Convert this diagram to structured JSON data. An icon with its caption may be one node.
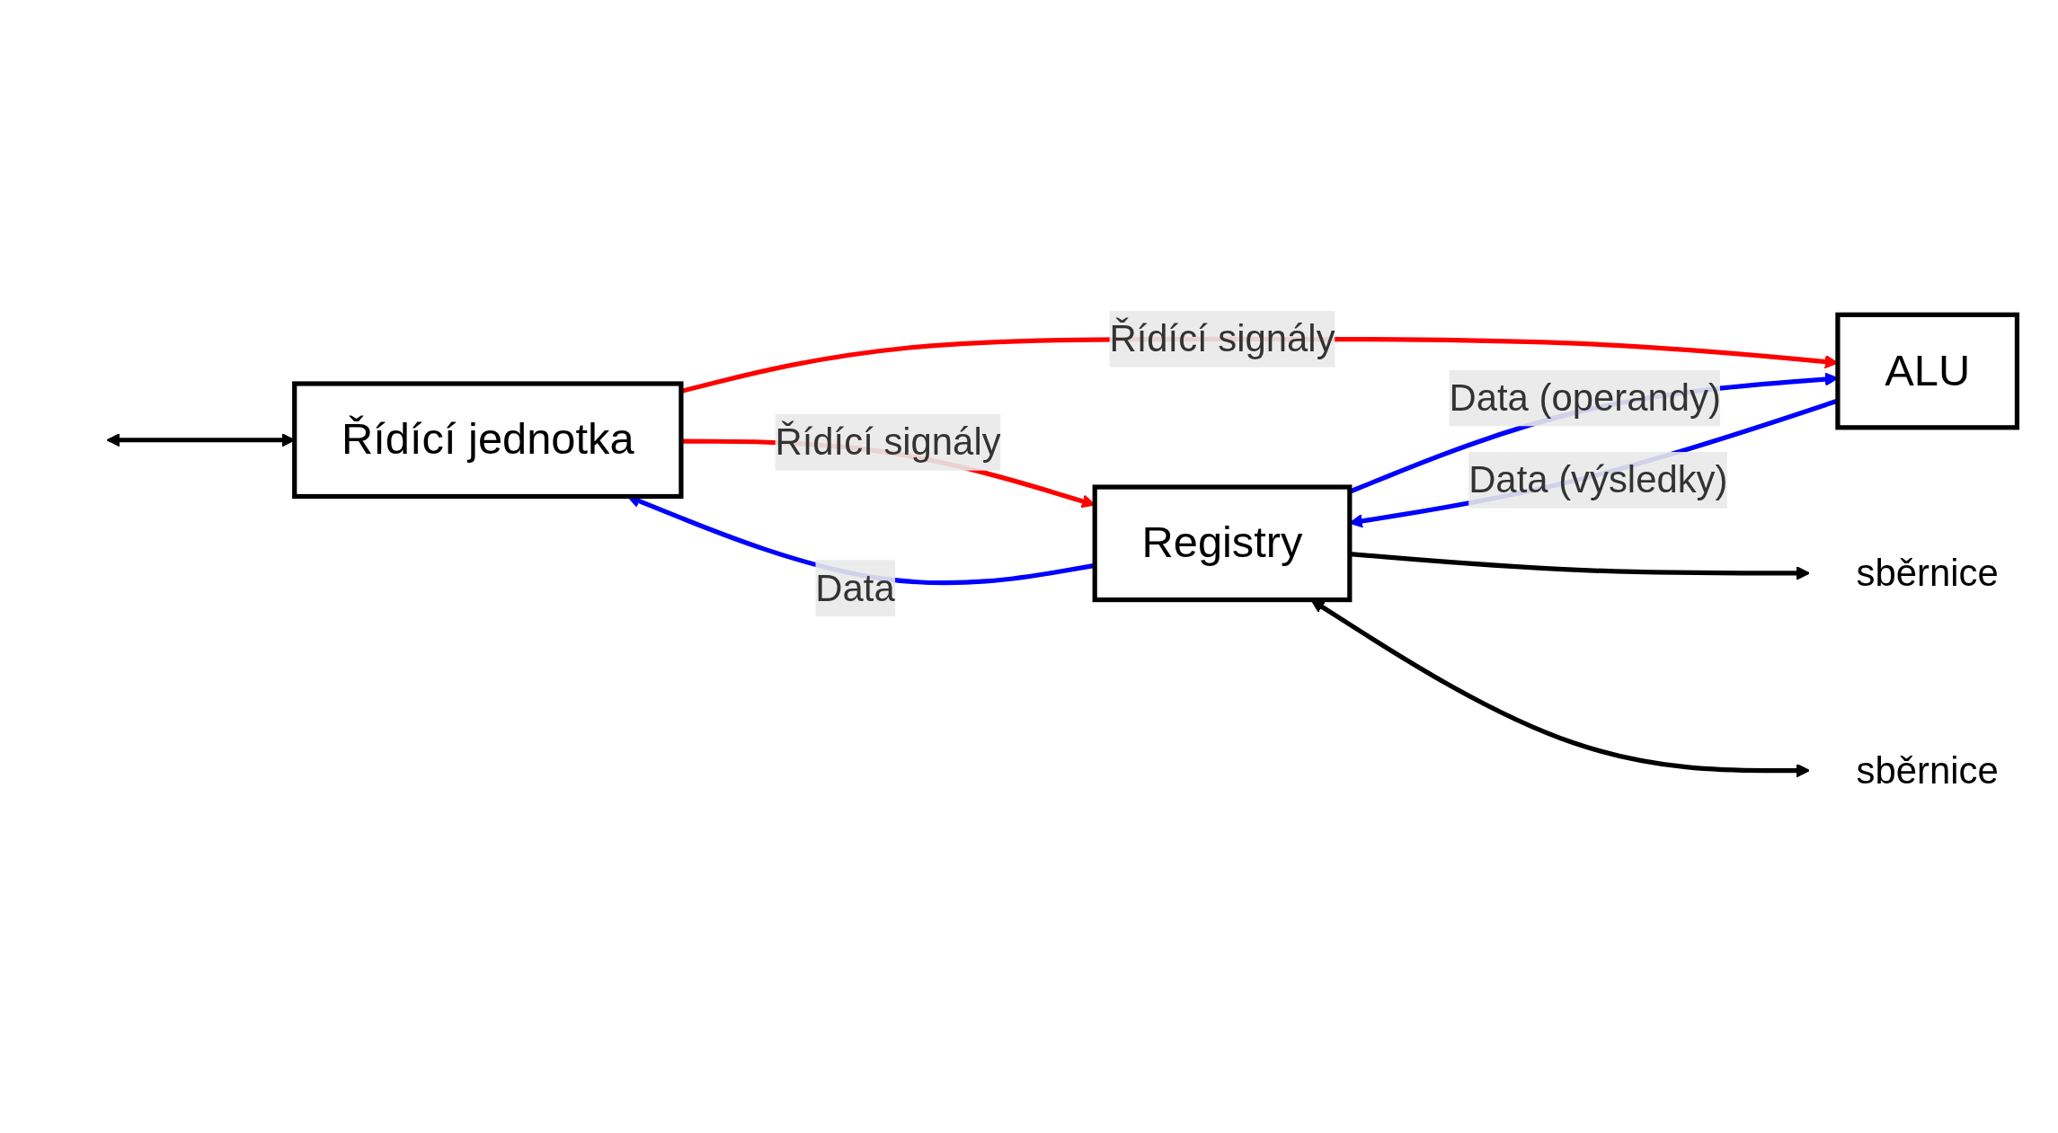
{
  "diagram": {
    "nodes": [
      {
        "text": [
          "Řídící jednotka"
        ]
      },
      {
        "text": [
          "ALU"
        ]
      },
      {
        "text": [
          "Registry"
        ]
      },
      {
        "text": [
          "sběrnice"
        ]
      },
      {
        "text": [
          "sběrnice"
        ]
      }
    ],
    "edges": [
      {
        "from": null,
        "to": 0,
        "arrow": "both",
        "color": "#000000"
      },
      {
        "from": 0,
        "to": 2,
        "arrow": "to",
        "label": "Řídící signály",
        "color": "#ff0000"
      },
      {
        "from": 2,
        "to": 0,
        "arrow": "to",
        "label": "Data",
        "color": "#0000ff"
      },
      {
        "from": 0,
        "to": 1,
        "arrow": "to",
        "label": "Řídící signály",
        "color": "#ff0000"
      },
      {
        "from": 2,
        "to": 1,
        "arrow": "to",
        "label": "Data (operandy)",
        "color": "#0000ff"
      },
      {
        "from": 1,
        "to": 2,
        "arrow": "to",
        "label": "Data (výsledky)",
        "color": "#0000ff"
      },
      {
        "from": 2,
        "to": 3,
        "arrow": "to",
        "color": "#000000"
      },
      {
        "from": 2,
        "to": 4,
        "arrow": "both",
        "color": "#000000"
      }
    ]
  }
}
